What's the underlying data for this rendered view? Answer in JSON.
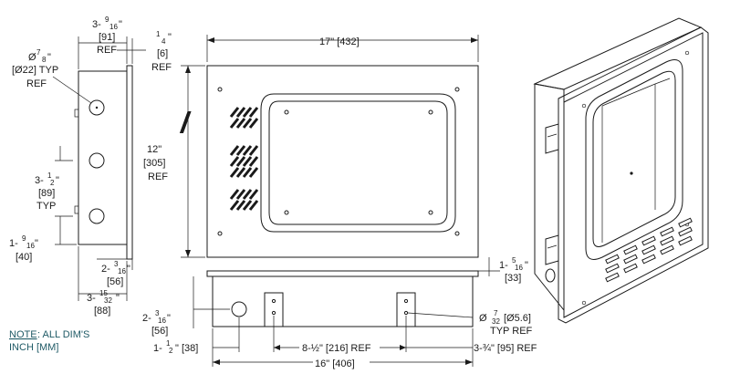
{
  "side_view": {
    "depth_main": "3-",
    "depth_frac": "9/16",
    "depth_frac_num": "9",
    "depth_frac_den": "16",
    "depth_inch_mark": "\"",
    "depth_mm": "[91]",
    "depth_ref": "REF",
    "flange_whole": "1",
    "flange_den": "4",
    "flange_inch_mark": "\"",
    "flange_mm": "[6]",
    "flange_ref": "REF",
    "knockout_dia_prefix": "Ø",
    "knockout_num": "7",
    "knockout_den": "8",
    "knockout_inch_mark": "\"",
    "knockout_mm_typ": "[Ø22] TYP",
    "knockout_ref": "REF",
    "spacing_main": "3-",
    "spacing_num": "1",
    "spacing_den": "2",
    "spacing_inch_mark": "\"",
    "spacing_mm": "[89]",
    "spacing_typ": "TYP",
    "bottom_main": "1-",
    "bottom_num": "9",
    "bottom_den": "16",
    "bottom_inch_mark": "\"",
    "bottom_mm": "[40]",
    "lower_main": "2-",
    "lower_num": "3",
    "lower_den": "16",
    "lower_inch_mark": "\"",
    "lower_mm": "[56]",
    "overall_main": "3-",
    "overall_num": "15",
    "overall_den": "32",
    "overall_inch_mark": "\"",
    "overall_mm": "[88]"
  },
  "front_view": {
    "width": "17\" [432]",
    "height_in": "12\"",
    "height_mm": "[305]",
    "height_ref": "REF"
  },
  "bottom_view": {
    "flange_main": "1-",
    "flange_num": "5",
    "flange_den": "16",
    "flange_inch_mark": "\"",
    "flange_mm": "[33]",
    "hole_main": "2-",
    "hole_num": "3",
    "hole_den": "16",
    "hole_inch_mark": "\"",
    "hole_mm": "[56]",
    "slot_dia_prefix": "Ø",
    "slot_num": "7",
    "slot_den": "32",
    "slot_mm": "[Ø5.6]",
    "slot_typ_ref": "TYP REF",
    "left_main": "1-",
    "left_num": "1",
    "left_den": "2",
    "left_rest": "\" [38]",
    "center_dim": "8-½\" [216] REF",
    "right_dim": "3-¾\" [95] REF",
    "overall_dim": "16\" [406]"
  },
  "note": {
    "label": "NOTE",
    "text": ": ALL DIM'S",
    "units": "INCH [MM]"
  }
}
